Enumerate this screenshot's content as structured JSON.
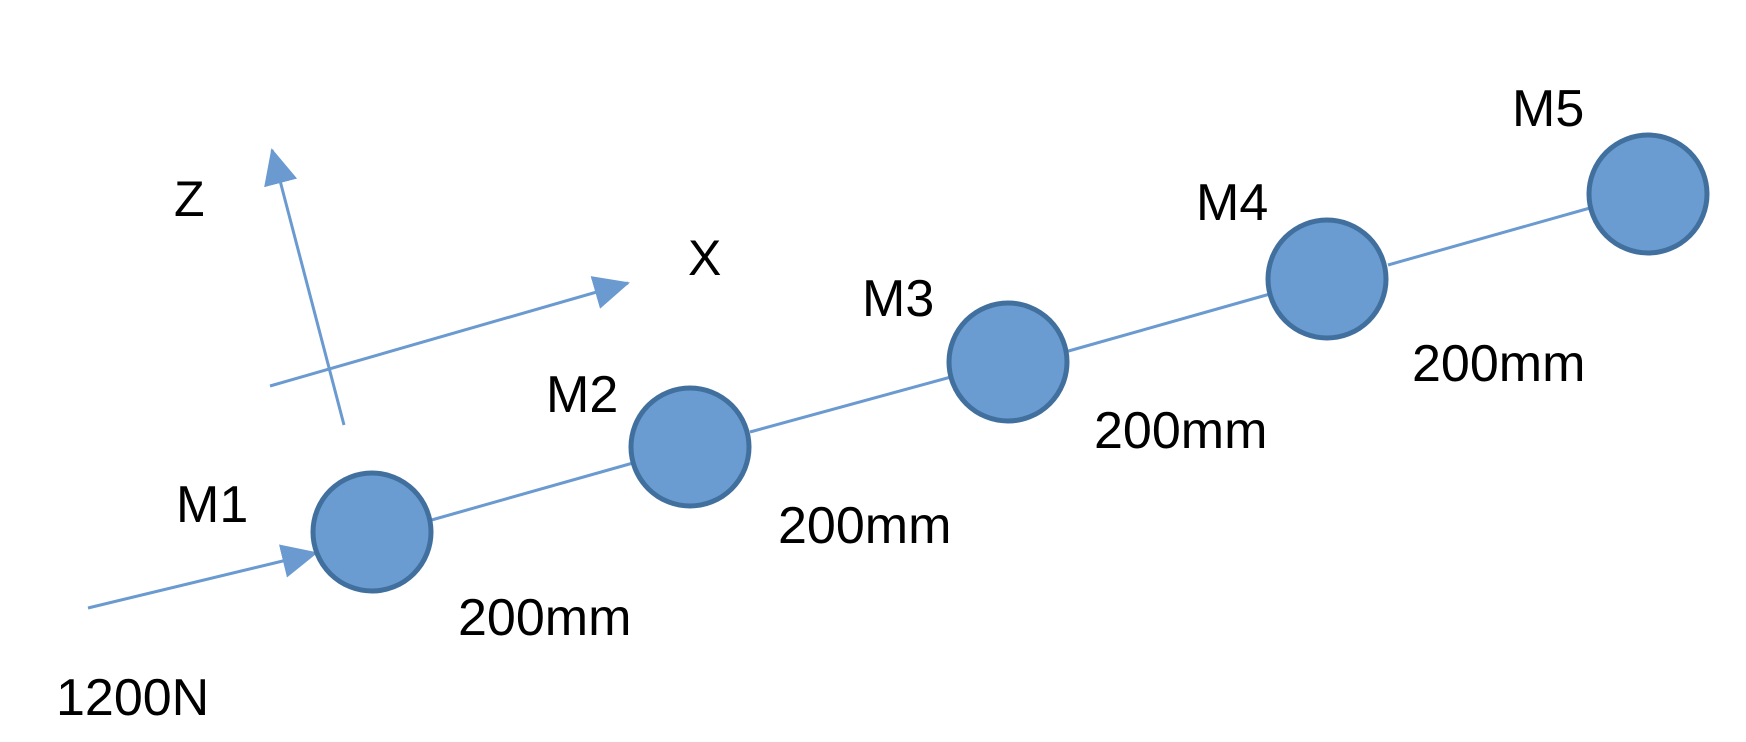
{
  "axes": {
    "z_label": "Z",
    "x_label": "X"
  },
  "force": {
    "label": "1200N"
  },
  "masses": [
    {
      "label": "M1"
    },
    {
      "label": "M2"
    },
    {
      "label": "M3"
    },
    {
      "label": "M4"
    },
    {
      "label": "M5"
    }
  ],
  "spacings": [
    {
      "label": "200mm"
    },
    {
      "label": "200mm"
    },
    {
      "label": "200mm"
    },
    {
      "label": "200mm"
    }
  ],
  "colors": {
    "line": "#6a9ad0",
    "mass_fill": "#6a9cd1",
    "mass_stroke": "#41709f",
    "text": "#000000"
  }
}
